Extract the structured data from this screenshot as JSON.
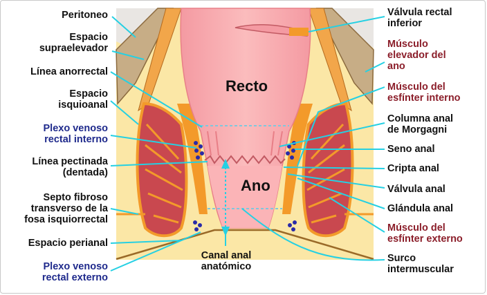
{
  "colors": {
    "background": "#ffffff",
    "fat": "#fbe7a6",
    "rectum": "#f7a1a6",
    "rectum_light": "#fbc9c4",
    "muscle": "#c9484f",
    "muscle_dark": "#a8323e",
    "sphincter_orange": "#f39a2a",
    "levator": "#b9a27e",
    "skin_line": "#9a6a28",
    "leader": "#25d0e3",
    "dotted": "#7fc7dd",
    "vein": "#2a2aa8"
  },
  "organs": {
    "rectum": "Recto",
    "anus": "Ano"
  },
  "labels": {
    "peritoneo": "Peritoneo",
    "espacio_supra_1": "Espacio",
    "espacio_supra_2": "supraelevador",
    "linea_anorrectal": "Línea anorrectal",
    "espacio_isquio_1": "Espacio",
    "espacio_isquio_2": "isquioanal",
    "plexo_interno_1": "Plexo venoso",
    "plexo_interno_2": "rectal interno",
    "linea_pectinada_1": "Línea pectinada",
    "linea_pectinada_2": "(dentada)",
    "septo_1": "Septo fibroso",
    "septo_2": "transverso de la",
    "septo_3": "fosa isquiorrectal",
    "espacio_perianal": "Espacio perianal",
    "plexo_externo_1": "Plexo venoso",
    "plexo_externo_2": "rectal externo",
    "canal_1": "Canal anal",
    "canal_2": "anatómico",
    "valvula_rectal_1": "Válvula rectal",
    "valvula_rectal_2": "inferior",
    "elevador_1": "Músculo",
    "elevador_2": "elevador del",
    "elevador_3": "ano",
    "esfinter_int_1": "Músculo del",
    "esfinter_int_2": "esfínter interno",
    "morgagni_1": "Columna anal",
    "morgagni_2": "de Morgagni",
    "seno_anal": "Seno anal",
    "cripta_anal": "Cripta anal",
    "valvula_anal": "Válvula anal",
    "glandula_anal": "Glándula anal",
    "esfinter_ext_1": "Músculo del",
    "esfinter_ext_2": "esfínter externo",
    "surco_1": "Surco",
    "surco_2": "intermuscular"
  }
}
